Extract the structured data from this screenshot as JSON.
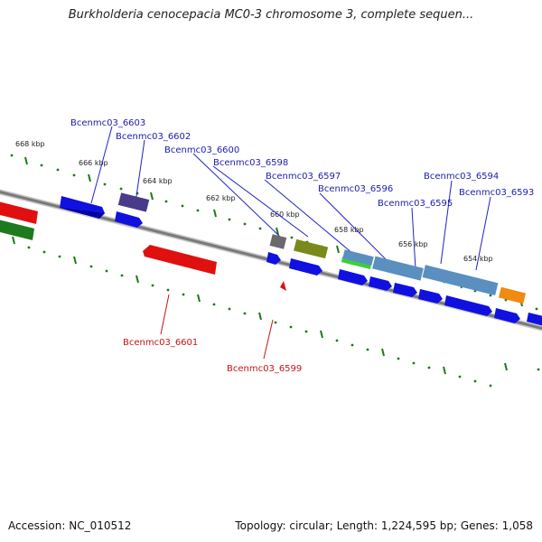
{
  "header": {
    "title": "Burkholderia cenocepacia MC0-3 chromosome 3, complete sequen..."
  },
  "footer": {
    "accession": "Accession: NC_010512",
    "summary": "Topology: circular; Length: 1,224,595 bp; Genes: 1,058"
  },
  "ruler_labels": [
    "668 kbp",
    "666 kbp",
    "664 kbp",
    "662 kbp",
    "660 kbp",
    "658 kbp",
    "656 kbp",
    "654 kbp"
  ],
  "gene_labels_top": [
    "Bcenmc03_6603",
    "Bcenmc03_6602",
    "Bcenmc03_6600",
    "Bcenmc03_6598",
    "Bcenmc03_6597",
    "Bcenmc03_6596",
    "Bcenmc03_6595",
    "Bcenmc03_6594",
    "Bcenmc03_6593"
  ],
  "gene_labels_bottom": [
    "Bcenmc03_6601",
    "Bcenmc03_6599"
  ],
  "colors": {
    "cds_blue": "#1010e0",
    "rna_red": "#e01010",
    "label_blue": "#1b1bb0",
    "label_red": "#c41414",
    "tick_green": "#1a7a1a",
    "backbone": "#7a7a7a",
    "olive": "#7a8a1a",
    "purple": "#4a3a8a",
    "steel_blue": "#5a8fc0",
    "orange": "#f08a10",
    "dark_green": "#1e7a1e",
    "light_green": "#3ad03a"
  }
}
